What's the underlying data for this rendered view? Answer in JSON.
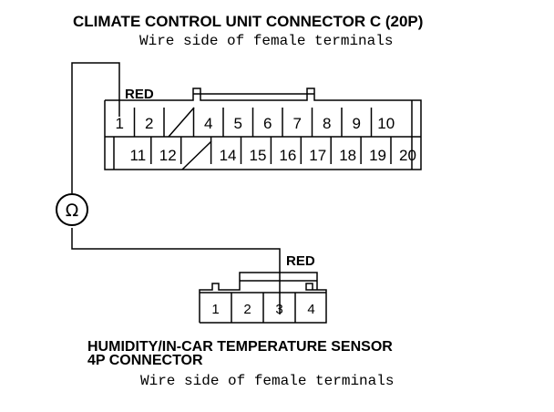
{
  "connector_c": {
    "title": "CLIMATE CONTROL UNIT CONNECTOR C (20P)",
    "subtitle": "Wire side of female terminals",
    "wire_color": "RED",
    "row_top": [
      "1",
      "2",
      "",
      "4",
      "5",
      "6",
      "7",
      "8",
      "9",
      "10"
    ],
    "row_bottom": [
      "",
      "11",
      "12",
      "",
      "14",
      "15",
      "16",
      "17",
      "18",
      "19",
      "20"
    ]
  },
  "sensor": {
    "title_line1": "HUMIDITY/IN-CAR TEMPERATURE SENSOR",
    "title_line2": "4P CONNECTOR",
    "subtitle": "Wire side of female terminals",
    "wire_color": "RED",
    "pins": [
      "1",
      "2",
      "3",
      "4"
    ]
  },
  "meter": {
    "symbol": "Ω",
    "icon": "ohmmeter-icon"
  },
  "colors": {
    "line": "#000000",
    "background": "#ffffff"
  }
}
